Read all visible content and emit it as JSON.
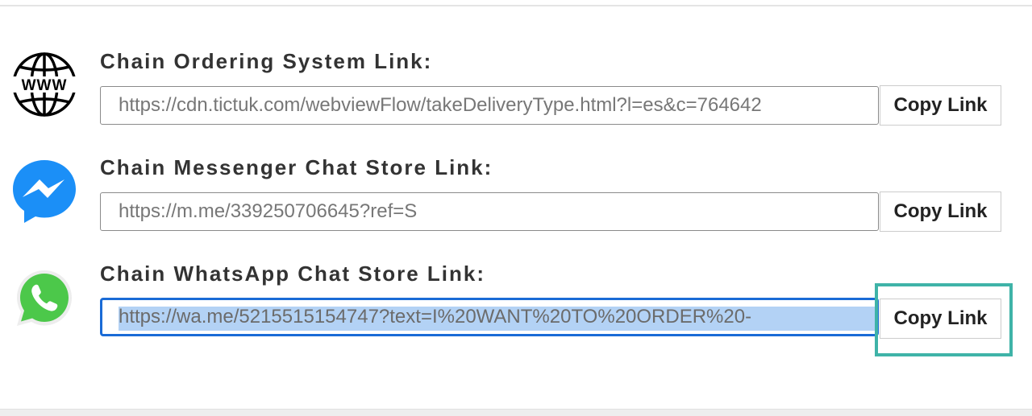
{
  "links": [
    {
      "label": "Chain Ordering System Link:",
      "value": "https://cdn.tictuk.com/webviewFlow/takeDeliveryType.html?l=es&c=764642",
      "button": "Copy Link",
      "icon": "www-globe-icon",
      "focused": false
    },
    {
      "label": "Chain Messenger Chat Store Link:",
      "value": "https://m.me/339250706645?ref=S",
      "button": "Copy Link",
      "icon": "messenger-icon",
      "focused": false
    },
    {
      "label": "Chain WhatsApp Chat Store Link:",
      "value": "https://wa.me/5215515154747?text=I%20WANT%20TO%20ORDER%20-",
      "button": "Copy Link",
      "icon": "whatsapp-icon",
      "focused": true
    }
  ],
  "colors": {
    "focus_border": "#1a6bd6",
    "selection": "#b3d2f5",
    "highlight_box": "#3fb3a8",
    "messenger_blue": "#1b8ff7",
    "whatsapp_green": "#4cc84a"
  }
}
